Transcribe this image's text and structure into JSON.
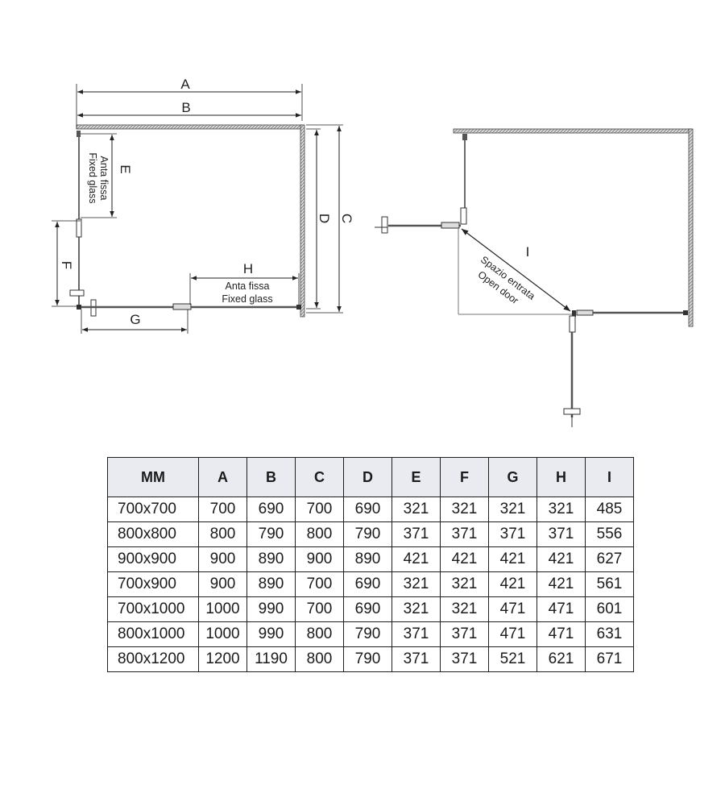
{
  "labels": {
    "A": "A",
    "B": "B",
    "C": "C",
    "D": "D",
    "E": "E",
    "F": "F",
    "G": "G",
    "H": "H",
    "I": "I",
    "anta_fissa": "Anta fissa",
    "fixed_glass": "Fixed glass",
    "spazio_entrata": "Spazio entrata",
    "open_door": "Open door"
  },
  "table": {
    "headers": [
      "MM",
      "A",
      "B",
      "C",
      "D",
      "E",
      "F",
      "G",
      "H",
      "I"
    ],
    "rows": [
      [
        "700x700",
        "700",
        "690",
        "700",
        "690",
        "321",
        "321",
        "321",
        "321",
        "485"
      ],
      [
        "800x800",
        "800",
        "790",
        "800",
        "790",
        "371",
        "371",
        "371",
        "371",
        "556"
      ],
      [
        "900x900",
        "900",
        "890",
        "900",
        "890",
        "421",
        "421",
        "421",
        "421",
        "627"
      ],
      [
        "700x900",
        "900",
        "890",
        "700",
        "690",
        "321",
        "321",
        "421",
        "421",
        "561"
      ],
      [
        "700x1000",
        "1000",
        "990",
        "700",
        "690",
        "321",
        "321",
        "471",
        "471",
        "601"
      ],
      [
        "800x1000",
        "1000",
        "990",
        "800",
        "790",
        "371",
        "371",
        "471",
        "471",
        "631"
      ],
      [
        "800x1200",
        "1200",
        "1190",
        "800",
        "790",
        "371",
        "371",
        "521",
        "621",
        "671"
      ]
    ]
  }
}
